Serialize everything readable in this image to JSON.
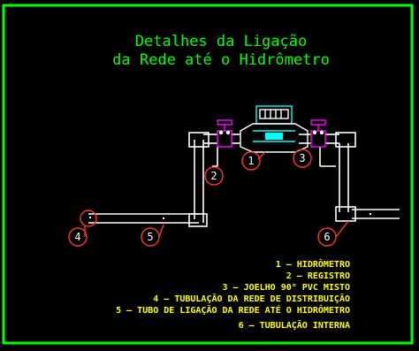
{
  "title": {
    "line1": "Detalhes da Ligação",
    "line2": "da Rede até o Hidrômetro"
  },
  "callouts": [
    "1",
    "2",
    "3",
    "4",
    "5",
    "6"
  ],
  "legend": [
    "1 – HIDRÔMETRO",
    "2 – REGISTRO",
    "3 – JOELHO 90° PVC MISTO",
    "4 – TUBULAÇÃO DA REDE DE DISTRIBUIÇÃO",
    "5 – TUBO DE LIGAÇÃO DA REDE ATÉ O HIDRÔMETRO",
    "6 – TUBULAÇÃO INTERNA"
  ],
  "colors": {
    "background": "#000000",
    "border": "#00ff00",
    "title": "#00ff00",
    "pipe": "#ffffff",
    "callout": "#ff3333",
    "legend": "#ffff00",
    "meter": "#00ffff",
    "valve": "#ff00ff"
  }
}
